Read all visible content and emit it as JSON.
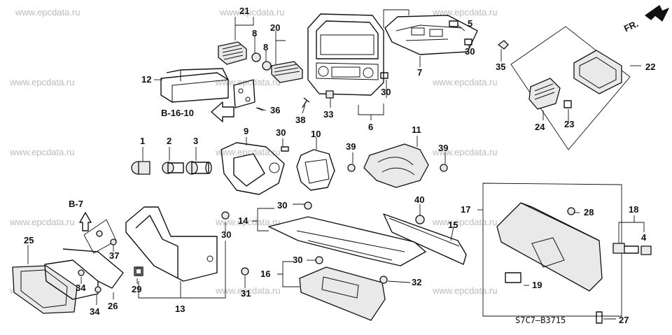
{
  "watermark": "www.epcdata.ru",
  "fr_label": "FR.",
  "diagram_code": "S7C7—B3715",
  "refs": {
    "b16": "B-16-10",
    "b7": "B-7"
  },
  "callouts": {
    "c1": "1",
    "c2": "2",
    "c3": "3",
    "c4": "4",
    "c5": "5",
    "c6": "6",
    "c7": "7",
    "c8a": "8",
    "c8b": "8",
    "c9": "9",
    "c10": "10",
    "c11": "11",
    "c12": "12",
    "c13": "13",
    "c14": "14",
    "c15": "15",
    "c16": "16",
    "c17": "17",
    "c18": "18",
    "c19": "19",
    "c20": "20",
    "c21": "21",
    "c22": "22",
    "c23": "23",
    "c24": "24",
    "c25": "25",
    "c26": "26",
    "c27": "27",
    "c28": "28",
    "c29": "29",
    "c30a": "30",
    "c30b": "30",
    "c30c": "30",
    "c30d": "30",
    "c30e": "30",
    "c30f": "30",
    "c31": "31",
    "c32": "32",
    "c33": "33",
    "c34a": "34",
    "c34b": "34",
    "c35": "35",
    "c36": "36",
    "c37": "37",
    "c38": "38",
    "c39a": "39",
    "c39b": "39",
    "c40": "40"
  }
}
